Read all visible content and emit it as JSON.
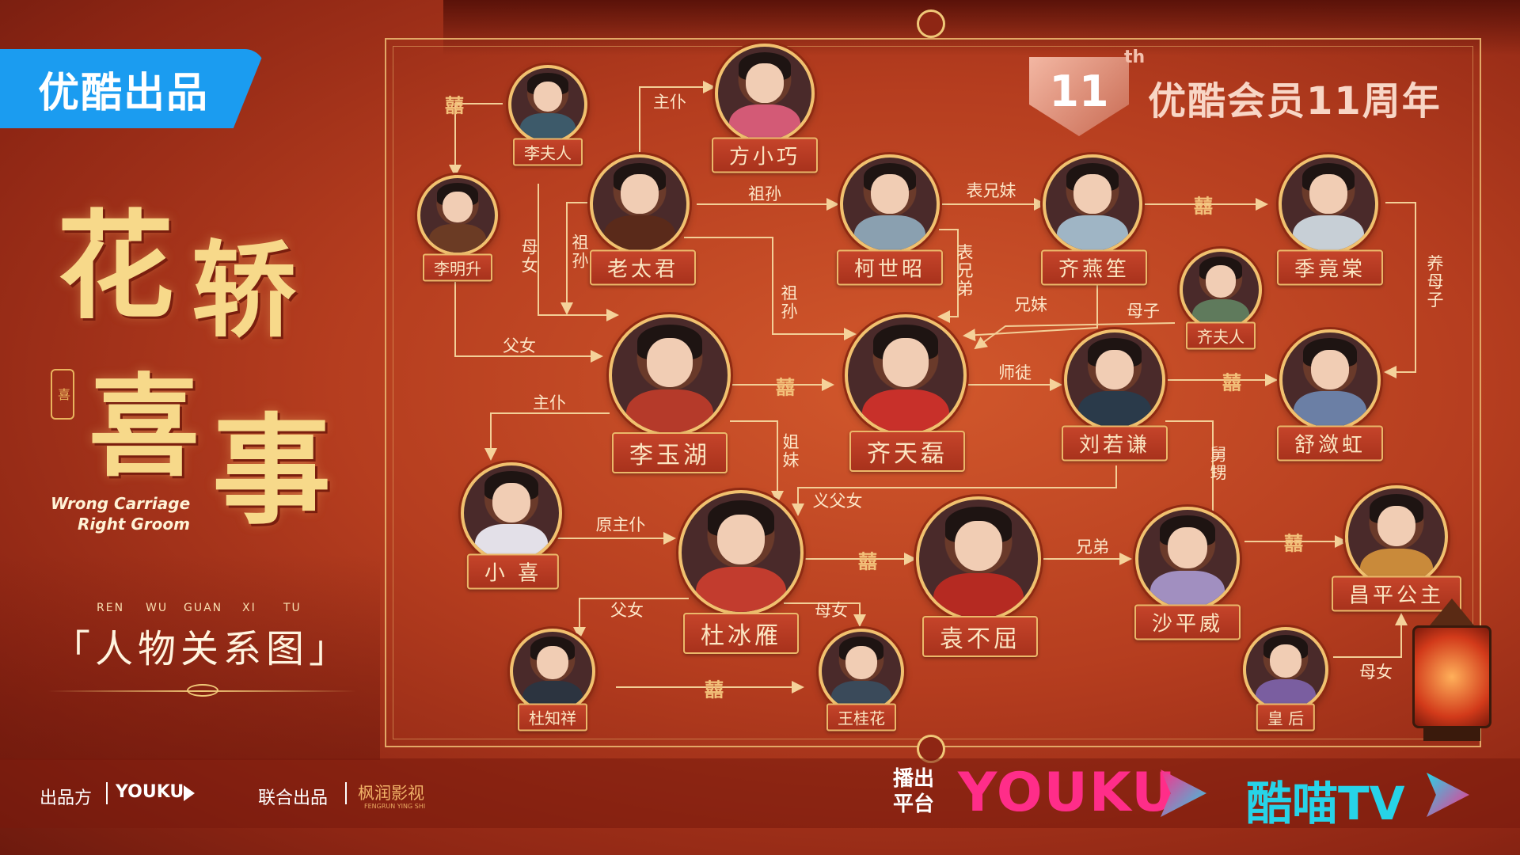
{
  "badge": {
    "text": "优酷出品"
  },
  "title": {
    "chars": [
      "花",
      "轿",
      "喜",
      "事"
    ],
    "seal": "喜",
    "english_line1": "Wrong Carriage",
    "english_line2": "Right Groom",
    "pinyin": [
      "REN",
      "WU",
      "GUAN",
      "XI",
      "TU"
    ],
    "subtitle": "「人物关系图」"
  },
  "anniversary": {
    "badge": "11",
    "sup": "th",
    "text": "优酷会员11周年"
  },
  "colors": {
    "background": "#b53d1f",
    "frame": "#e2a866",
    "plate": "#b03a22",
    "plate_border": "#ebb86a",
    "youku_pink": "#ff2d89",
    "kumiao_cyan": "#27d3e8",
    "badge_blue": "#1b9cf0"
  },
  "characters": [
    {
      "id": "lifuren",
      "name": "李夫人"
    },
    {
      "id": "fangxiaoqiao",
      "name": "方小巧"
    },
    {
      "id": "limingsheng",
      "name": "李明升"
    },
    {
      "id": "laotaijun",
      "name": "老太君"
    },
    {
      "id": "keshizhao",
      "name": "柯世昭"
    },
    {
      "id": "qiyansheng",
      "name": "齐燕笙"
    },
    {
      "id": "jijingtang",
      "name": "季竟棠"
    },
    {
      "id": "qifuren",
      "name": "齐夫人"
    },
    {
      "id": "liyuhu",
      "name": "李玉湖"
    },
    {
      "id": "qitianlei",
      "name": "齐天磊"
    },
    {
      "id": "liuruoqian",
      "name": "刘若谦"
    },
    {
      "id": "shuyinghong",
      "name": "舒潋虹"
    },
    {
      "id": "xiaoxi",
      "name": "小 喜"
    },
    {
      "id": "dubingyan",
      "name": "杜冰雁"
    },
    {
      "id": "yuanbuqu",
      "name": "袁不屈"
    },
    {
      "id": "shapingwei",
      "name": "沙平威"
    },
    {
      "id": "changpinggongzhu",
      "name": "昌平公主"
    },
    {
      "id": "duzhixiang",
      "name": "杜知祥"
    },
    {
      "id": "wangguihua",
      "name": "王桂花"
    },
    {
      "id": "huanghou",
      "name": "皇 后"
    }
  ],
  "relations": {
    "zhupu_top": "主仆",
    "zusun_top": "祖孙",
    "biaoxiongmei": "表兄妹",
    "muntv_left": "母女",
    "zusun_left": "祖孙",
    "zusun_mid": "祖孙",
    "biaoxiongdi": "表兄弟",
    "yangmuzi": "养母子",
    "xiongmei": "兄妹",
    "muzi": "母子",
    "funv_left": "父女",
    "shitu": "师徒",
    "zhupu_mid": "主仆",
    "jiemei": "姐妹",
    "jiujiu": "舅甥",
    "fufunv": "义父女",
    "yuanzhupu": "原主仆",
    "xiongdi": "兄弟",
    "funv_bottom": "父女",
    "munv_bottom": "母女",
    "munv_right": "母女"
  },
  "marriage_symbol": "囍",
  "bottom": {
    "producer_label": "出品方",
    "producer_logo": "YOUKU",
    "coproducer_label": "联合出品",
    "coproducer_name": "枫润影视",
    "coproducer_pinyin": "FENGRUN YING SHI",
    "platform_line1": "播出",
    "platform_line2": "平台",
    "youku_logo": "YOUKU",
    "kumiao_logo": "酷喵TV"
  }
}
